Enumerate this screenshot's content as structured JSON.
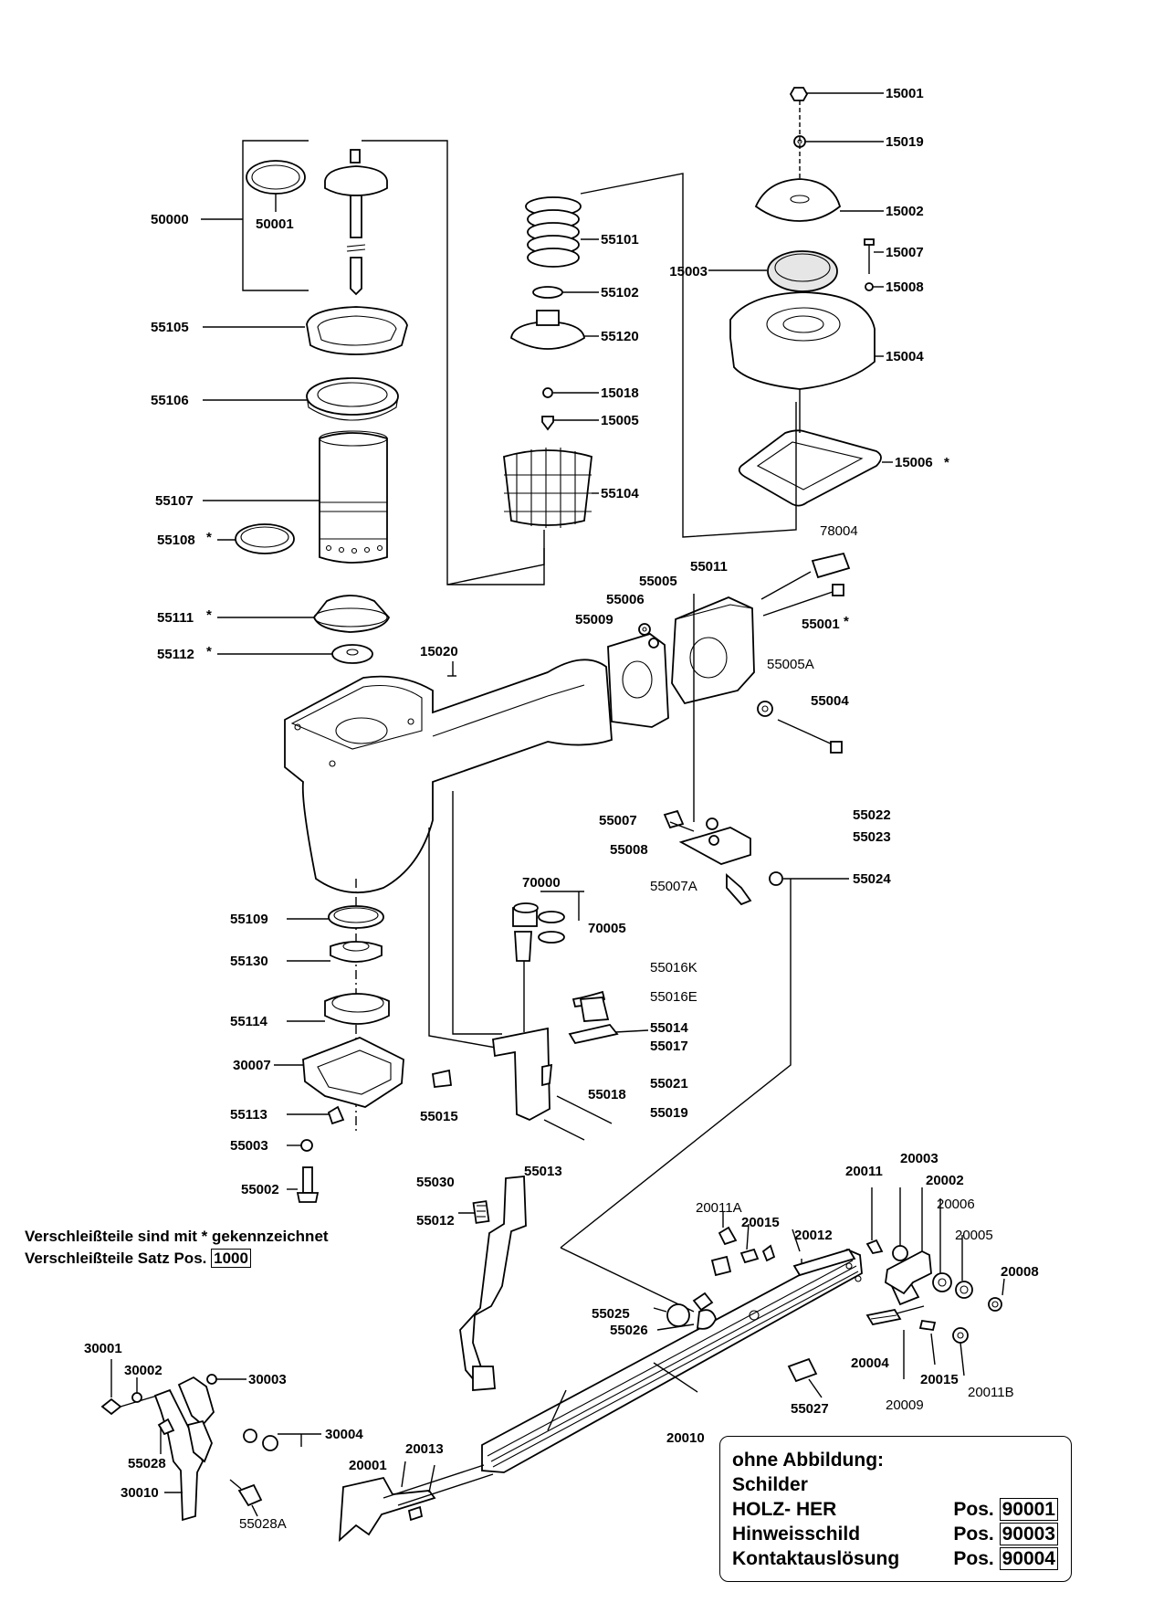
{
  "labels": {
    "p15001": "15001",
    "p15019": "15019",
    "p15002": "15002",
    "p15007": "15007",
    "p15003": "15003",
    "p15008": "15008",
    "p15004": "15004",
    "p15006": "15006",
    "p50000": "50000",
    "p50001": "50001",
    "p55105": "55105",
    "p55106": "55106",
    "p55107": "55107",
    "p55108": "55108",
    "p55111": "55111",
    "p55112": "55112",
    "p55101": "55101",
    "p55102": "55102",
    "p55120": "55120",
    "p15018": "15018",
    "p15005": "15005",
    "p55104": "55104",
    "p78004": "78004",
    "p55011": "55011",
    "p55005": "55005",
    "p55006": "55006",
    "p55009": "55009",
    "p55001": "55001",
    "p55005A": "55005A",
    "p55004": "55004",
    "p15020": "15020",
    "p55007": "55007",
    "p55022": "55022",
    "p55023": "55023",
    "p55008": "55008",
    "p55024": "55024",
    "p55007A": "55007A",
    "p70000": "70000",
    "p70005": "70005",
    "p55109": "55109",
    "p55130": "55130",
    "p55114": "55114",
    "p30007": "30007",
    "p55113": "55113",
    "p55003": "55003",
    "p55002": "55002",
    "p55016K": "55016K",
    "p55016E": "55016E",
    "p55014": "55014",
    "p55017": "55017",
    "p55021": "55021",
    "p55018": "55018",
    "p55019": "55019",
    "p55015": "55015",
    "p55013": "55013",
    "p55030": "55030",
    "p55012": "55012",
    "p20011": "20011",
    "p20003": "20003",
    "p20002": "20002",
    "p20006": "20006",
    "p20011A": "20011A",
    "p20015a": "20015",
    "p20012": "20012",
    "p20005": "20005",
    "p20008": "20008",
    "p55025": "55025",
    "p55026": "55026",
    "p20004": "20004",
    "p20015b": "20015",
    "p20011B": "20011B",
    "p20009": "20009",
    "p55027": "55027",
    "p20010": "20010",
    "p30001": "30001",
    "p30002": "30002",
    "p30003": "30003",
    "p30004": "30004",
    "p55028": "55028",
    "p30010": "30010",
    "p55028A": "55028A",
    "p20001": "20001",
    "p20013": "20013",
    "star": "*"
  },
  "note": {
    "line1": "Verschleißteile sind mit * gekennzeichnet",
    "line2_text": "Verschleißteile Satz Pos.",
    "line2_box": "1000"
  },
  "legend": {
    "title": "ohne Abbildung:",
    "sub": "Schilder",
    "rows": [
      {
        "label": "HOLZ- HER",
        "pos": "Pos.",
        "num": "90001"
      },
      {
        "label": "Hinweisschild",
        "pos": "Pos.",
        "num": "90003"
      },
      {
        "label": "Kontaktauslösung",
        "pos": "Pos.",
        "num": "90004"
      }
    ]
  }
}
